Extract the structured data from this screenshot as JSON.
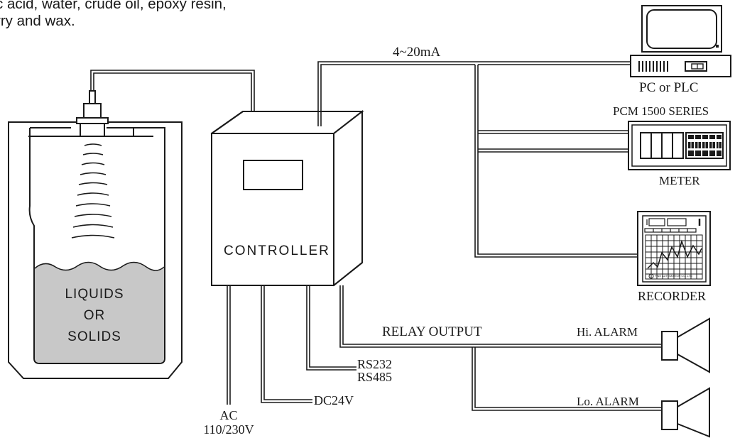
{
  "intro": {
    "line1": "c acid, water, crude oil, epoxy resin,",
    "line2": "rry and wax."
  },
  "tank": {
    "line1": "LIQUIDS",
    "line2": "OR",
    "line3": "SOLIDS"
  },
  "controller": {
    "label": "CONTROLLER"
  },
  "signal": {
    "analog": "4~20mA",
    "relay": "RELAY OUTPUT",
    "comms_line1": "RS232",
    "comms_line2": "RS485",
    "dc": "DC24V",
    "ac_line1": "AC",
    "ac_line2": "110/230V"
  },
  "devices": {
    "pc": "PC or PLC",
    "meter_series": "PCM 1500 SERIES",
    "meter": "METER",
    "recorder": "RECORDER",
    "recorder_brand": "FINE AUTOMATION CO.,LTD",
    "hi_alarm": "Hi. ALARM",
    "lo_alarm": "Lo. ALARM"
  },
  "colors": {
    "ink": "#1a1a1a",
    "liquid": "#c8c8c8"
  }
}
